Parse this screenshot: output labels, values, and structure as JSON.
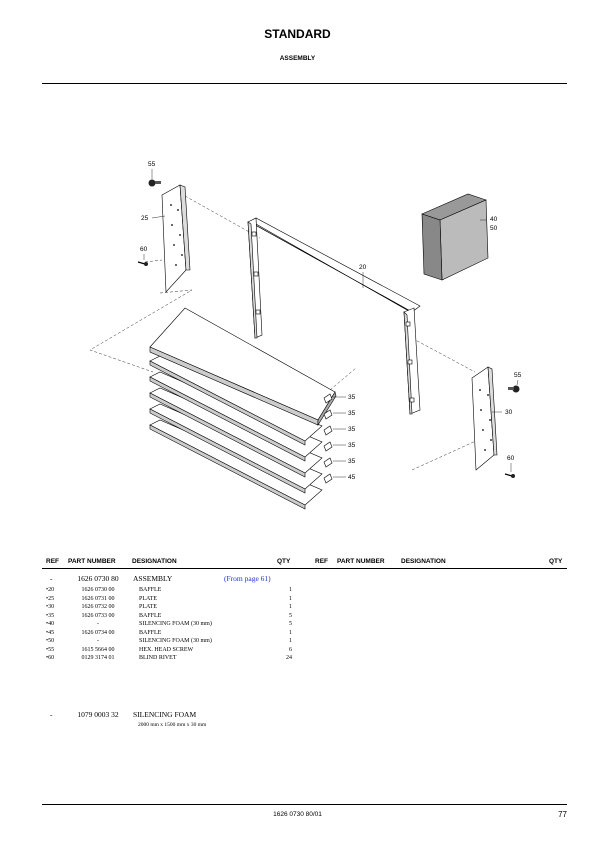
{
  "header": {
    "title": "STANDARD",
    "subtitle": "ASSEMBLY"
  },
  "callouts": [
    "55",
    "25",
    "60",
    "20",
    "40",
    "50",
    "35",
    "35",
    "35",
    "35",
    "35",
    "45",
    "55",
    "30",
    "60"
  ],
  "table": {
    "left_headers": {
      "ref": "REF",
      "part_number": "PART NUMBER",
      "designation": "DESIGNATION",
      "qty": "QTY"
    },
    "right_headers": {
      "ref": "REF",
      "part_number": "PART NUMBER",
      "designation": "DESIGNATION",
      "qty": "QTY"
    },
    "assembly": {
      "ref": "-",
      "part_number": "1626 0730 80",
      "designation": "ASSEMBLY",
      "from_page": "(From page 61)"
    },
    "rows": [
      {
        "ref": "•20",
        "part_number": "1626 0730 00",
        "designation": "BAFFLE",
        "qty": "1"
      },
      {
        "ref": "•25",
        "part_number": "1626 0731 00",
        "designation": "PLATE",
        "qty": "1"
      },
      {
        "ref": "•30",
        "part_number": "1626 0732 00",
        "designation": "PLATE",
        "qty": "1"
      },
      {
        "ref": "•35",
        "part_number": "1626 0733 00",
        "designation": "BAFFLE",
        "qty": "5"
      },
      {
        "ref": "•40",
        "part_number": "-",
        "designation": "SILENCING FOAM  (30 mm)",
        "qty": "5"
      },
      {
        "ref": "•45",
        "part_number": "1626 0734 00",
        "designation": "BAFFLE",
        "qty": "1"
      },
      {
        "ref": "•50",
        "part_number": "-",
        "designation": "SILENCING FOAM  (30 mm)",
        "qty": "1"
      },
      {
        "ref": "•55",
        "part_number": "1615 5664 00",
        "designation": "HEX. HEAD SCREW",
        "qty": "6"
      },
      {
        "ref": "•60",
        "part_number": "0129 3174 01",
        "designation": "BLIND RIVET",
        "qty": "24"
      }
    ],
    "foam": {
      "ref": "-",
      "part_number": "1079 0003 32",
      "designation": "SILENCING FOAM",
      "dimensions": "2000 mm x 1500 mm x 30 mm"
    }
  },
  "footer": {
    "code": "1626 0730 80/01",
    "page": "77"
  }
}
